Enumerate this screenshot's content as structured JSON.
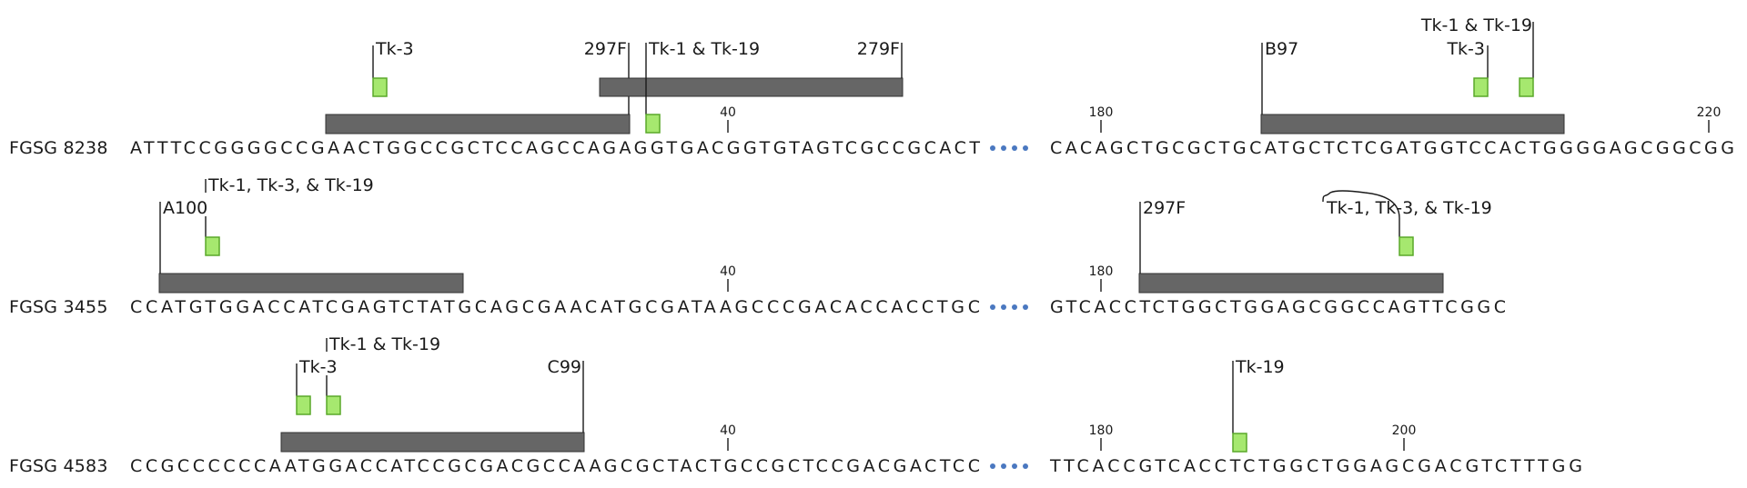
{
  "colors": {
    "primer": "#666666",
    "site": "#a6e86f",
    "site_border": "#5aa82a",
    "gap_dots": "#4a78c0",
    "text": "#1a1a1a"
  },
  "rows": [
    {
      "name": "FGSG 8238",
      "seq_left": "ATTTCCGGGGCCGAACTGGCCGCTCCAGCCAGAGGTGACGGTGTAGTCGCCGCACT",
      "seq_right": "CACAGCTGCGCTGCATGCTCTCGATGGTCCACTGGGGAGCGGCGG",
      "ticks": [
        "40",
        "180",
        "220"
      ],
      "primers": [
        {
          "label": "297F"
        },
        {
          "label": "279F"
        },
        {
          "label": "B97"
        }
      ],
      "sites": [
        {
          "label": "Tk-3"
        },
        {
          "label": "Tk-1 & Tk-19"
        },
        {
          "label": "Tk-3"
        },
        {
          "label": "Tk-1 & Tk-19"
        }
      ]
    },
    {
      "name": "FGSG 3455",
      "seq_left": "CCATGTGGACCATCGAGTCTATGCAGCGAACATGCGATAAGCCCGACACCACCTGC",
      "seq_right": "GTCACCTCTGGCTGGAGCGGCCAGTTCGGC",
      "ticks": [
        "40",
        "180"
      ],
      "primers": [
        {
          "label": "A100"
        },
        {
          "label": "297F"
        }
      ],
      "sites": [
        {
          "label": "Tk-1, Tk-3, & Tk-19"
        },
        {
          "label": "Tk-1, Tk-3, & Tk-19"
        }
      ]
    },
    {
      "name": "FGSG 4583",
      "seq_left": "CCGCCCCCCAATGGACCATCCGCGACGCCAAGCGCTACTGCCGCTCCGACGACTCC",
      "seq_right": "TTCACCGTCACCTCTGGCTGGAGCGACGTCTTTGG",
      "ticks": [
        "40",
        "180",
        "200"
      ],
      "primers": [
        {
          "label": "C99"
        }
      ],
      "sites": [
        {
          "label": "Tk-3"
        },
        {
          "label": "Tk-1 & Tk-19"
        },
        {
          "label": "Tk-19"
        }
      ]
    }
  ]
}
